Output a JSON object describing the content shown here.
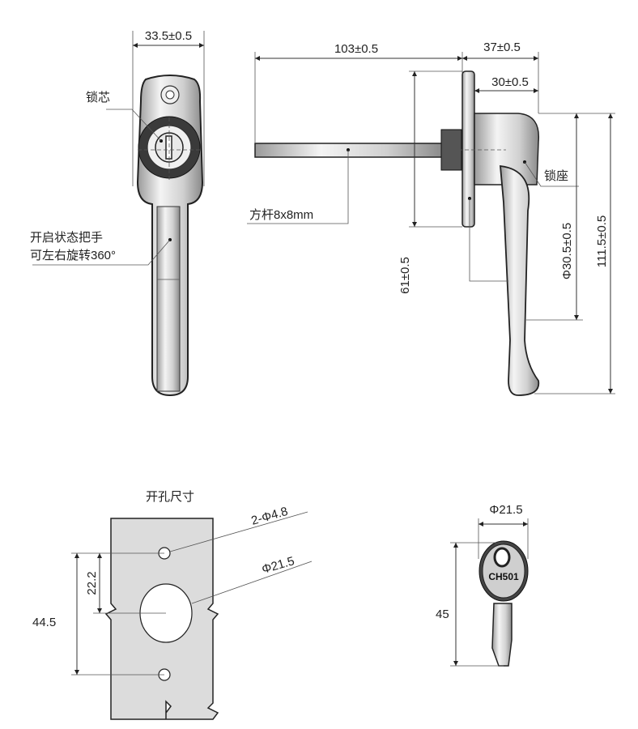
{
  "front_view": {
    "width_dim": "33.5±0.5",
    "lock_core_label": "锁芯",
    "handle_note_line1": "开启状态把手",
    "handle_note_line2": "可左右旋转360°"
  },
  "side_view": {
    "shaft_length_dim": "103±0.5",
    "base_depth_dim": "37±0.5",
    "base_inner_dim": "30±0.5",
    "shaft_label": "方杆8x8mm",
    "shaft_offset_dim": "61±0.5",
    "base_label": "锁座",
    "base_diameter_dim": "Φ30.5±0.5",
    "total_height_dim": "111.5±0.5"
  },
  "cutout": {
    "title": "开孔尺寸",
    "small_holes_dim": "2-Φ4.8",
    "large_hole_dim": "Φ21.5",
    "half_spacing_dim": "22.2",
    "hole_spacing_dim": "44.5"
  },
  "key": {
    "width_dim": "Φ21.5",
    "length_dim": "45",
    "marking": "CH501"
  },
  "colors": {
    "line": "#333333",
    "plate": "#dcdcdc",
    "metal_dark": "#3a3a3a"
  }
}
